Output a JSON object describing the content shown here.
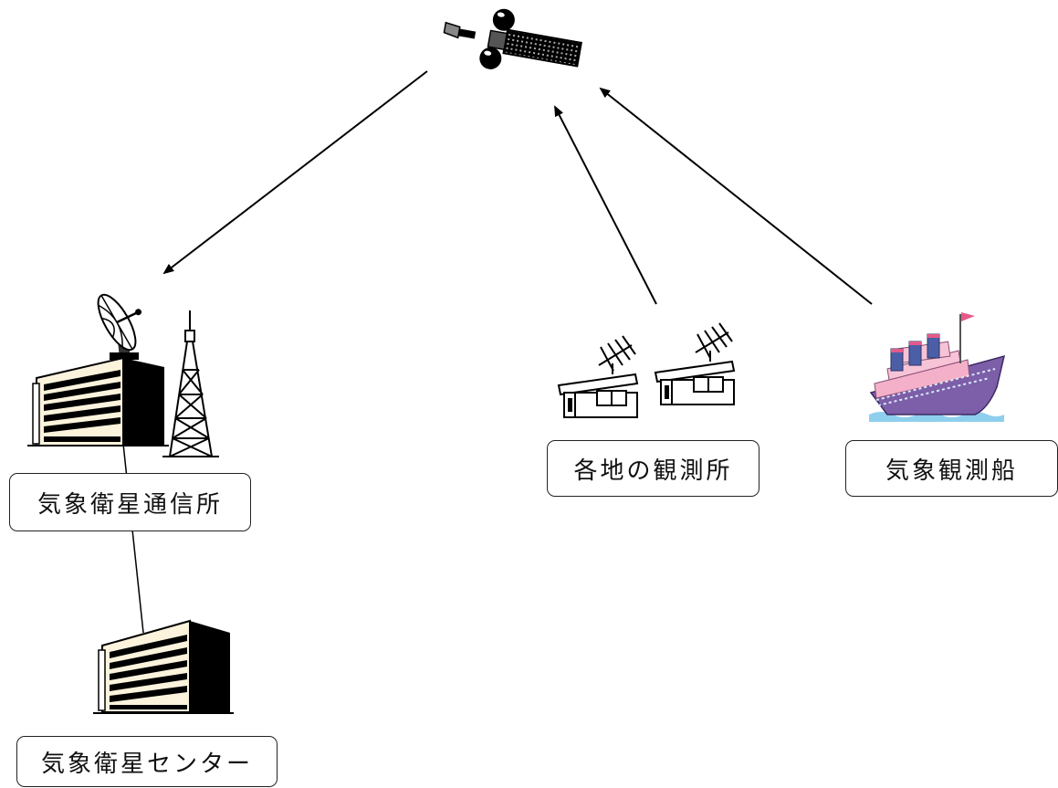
{
  "labels": {
    "comm_station": "気象衛星通信所",
    "center": "気象衛星センター",
    "observatories": "各地の観測所",
    "ship": "気象観測船"
  },
  "icons": {
    "satellite": "satellite-icon",
    "dish": "satellite-dish-icon",
    "tower": "radio-tower-icon",
    "building": "office-building-icon",
    "house": "observation-house-icon",
    "antenna": "yagi-antenna-icon",
    "ship": "ship-icon"
  },
  "colors": {
    "line": "#000000",
    "building_front": "#fbf3dc",
    "building_side": "#000000",
    "ship_hull": "#7d5ea8",
    "ship_deck": "#f4b0c9",
    "ship_funnel": "#4c5fa6",
    "sea": "#8ecfee",
    "flag": "#e45a8a"
  },
  "connections": [
    {
      "from": "satellite",
      "to": "comm_station",
      "arrow": true
    },
    {
      "from": "observatories",
      "to": "satellite",
      "arrow": true
    },
    {
      "from": "ship",
      "to": "satellite",
      "arrow": true
    },
    {
      "from": "comm_station",
      "to": "center",
      "arrow": false
    }
  ]
}
